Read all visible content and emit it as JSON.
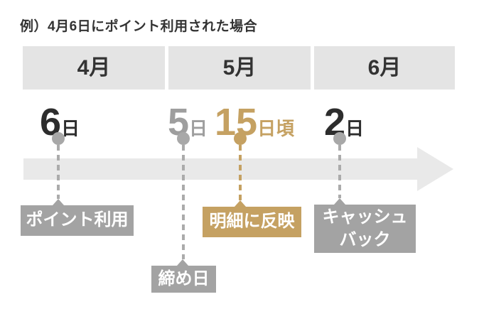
{
  "title": "例）4月6日にポイント利用された場合",
  "months": [
    "4月",
    "5月",
    "6月"
  ],
  "events": [
    {
      "day": "6",
      "unit": "日",
      "label": "ポイント利用"
    },
    {
      "day": "5",
      "unit": "日",
      "label": "締め日"
    },
    {
      "day": "15",
      "unit": "日頃",
      "label": "明細に反映"
    },
    {
      "day": "2",
      "unit": "日",
      "label": "キャッシュバック"
    }
  ],
  "colors": {
    "accent_gold": "#c5a162",
    "label_box_gray": "#a3a3a3",
    "month_header_bg": "#e4e4e4",
    "arrow_gray": "#e9e9e9",
    "text_dark": "#333333",
    "muted_date_gray": "#9e9e9e",
    "label_text": "#ffffff"
  }
}
